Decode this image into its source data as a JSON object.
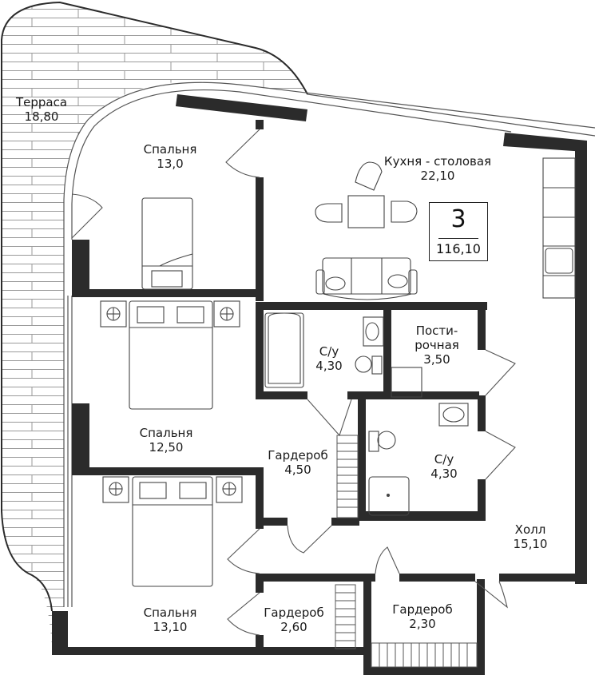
{
  "plan": {
    "unit_number": "3",
    "total_area": "116,10",
    "colors": {
      "wall": "#2b2b2b",
      "line": "#555555",
      "terrace_line": "#9a9a9a",
      "text": "#1a1a1a",
      "background": "#ffffff"
    },
    "rooms": [
      {
        "id": "terrace",
        "name": "Терраса",
        "area": "18,80"
      },
      {
        "id": "bedroom-1",
        "name": "Спальня",
        "area": "13,0"
      },
      {
        "id": "kitchen-dining",
        "name": "Кухня - столовая",
        "area": "22,10"
      },
      {
        "id": "bathroom-1",
        "name": "С/у",
        "area": "4,30"
      },
      {
        "id": "laundry",
        "name_line1": "Пости-",
        "name_line2": "рочная",
        "area": "3,50"
      },
      {
        "id": "bedroom-2",
        "name": "Спальня",
        "area": "12,50"
      },
      {
        "id": "wardrobe-1",
        "name": "Гардероб",
        "area": "4,50"
      },
      {
        "id": "bathroom-2",
        "name": "С/у",
        "area": "4,30"
      },
      {
        "id": "hall",
        "name": "Холл",
        "area": "15,10"
      },
      {
        "id": "bedroom-3",
        "name": "Спальня",
        "area": "13,10"
      },
      {
        "id": "wardrobe-2",
        "name": "Гардероб",
        "area": "2,60"
      },
      {
        "id": "wardrobe-3",
        "name": "Гардероб",
        "area": "2,30"
      }
    ]
  }
}
